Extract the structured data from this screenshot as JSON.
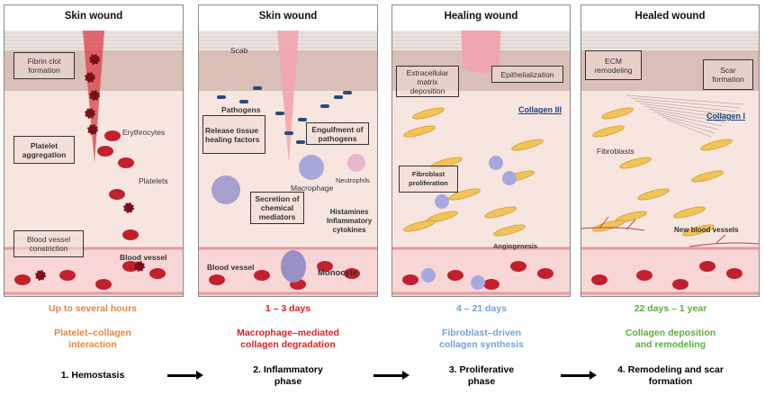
{
  "panels": [
    {
      "title": "Skin wound",
      "labels": {
        "fibrin": "Fibrin clot formation",
        "platelet_agg": "Platelet aggregation",
        "erythrocytes": "Erythrocytes",
        "platelets": "Platelets",
        "constriction": "Blood vessel constriction",
        "vessel": "Blood vessel"
      }
    },
    {
      "title": "Skin wound",
      "labels": {
        "scab": "Scab",
        "pathogens": "Pathogens",
        "release": "Release tissue healing factors",
        "engulf": "Engulfment of pathogens",
        "neutrophils": "Neutrophils",
        "macrophage": "Macrophage",
        "secretion": "Secretion of chemical mediators",
        "histamines": "Histamines",
        "inflammatory": "Inflammatory",
        "cytokines": "cytokines",
        "vessel": "Blood vessel",
        "monocyte": "Monocyte"
      }
    },
    {
      "title": "Healing wound",
      "labels": {
        "ecm_dep": "Extracellular matrix deposition",
        "epith": "Epithelialization",
        "collagen": "Collagen III",
        "fib_prolif": "Fibroblast proliferation",
        "angio": "Angiogenesis"
      }
    },
    {
      "title": "Healed wound",
      "labels": {
        "ecm_remod": "ECM remodeling",
        "scar": "Scar formation",
        "collagen": "Collagen I",
        "fibroblasts": "Fibroblasts",
        "new_vessels": "New blood vessels"
      }
    }
  ],
  "phases": [
    {
      "time": "Up to several hours",
      "mechanism_1": "Platelet–collagen",
      "mechanism_2": "interaction",
      "name_1": "1. Hemostasis",
      "name_2": "",
      "color": "#e8843e"
    },
    {
      "time": "1 – 3 days",
      "mechanism_1": "Macrophage–mediated",
      "mechanism_2": "collagen degradation",
      "name_1": "2. Inflammatory",
      "name_2": "phase",
      "color": "#e01e24"
    },
    {
      "time": "4 – 21 days",
      "mechanism_1": "Fibroblast–driven",
      "mechanism_2": "collagen synthesis",
      "name_1": "3. Proliferative",
      "name_2": "phase",
      "color": "#6fa3d6"
    },
    {
      "time": "22 days – 1 year",
      "mechanism_1": "Collagen deposition",
      "mechanism_2": "and remodeling",
      "name_1": "4. Remodeling and scar",
      "name_2": "formation",
      "color": "#5aae3c"
    }
  ]
}
